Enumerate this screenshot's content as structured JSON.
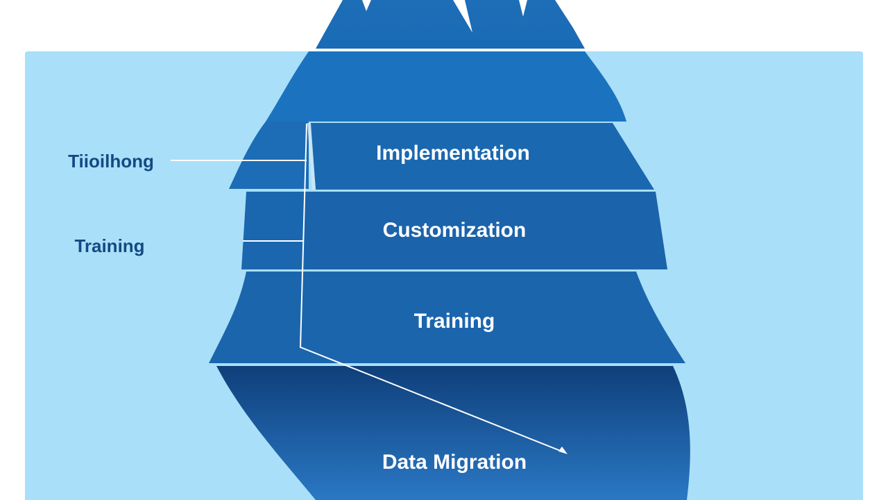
{
  "colors": {
    "water": "#a9dff8",
    "iceberg_top": "#1c75c0",
    "layer_mid": "#1a69b2",
    "layer_deep": "#1b64ad",
    "base_gradient_top": "#0f3f7a",
    "base_gradient_bottom": "#2a78c4",
    "layer_text": "#ffffff",
    "side_text": "#134a83",
    "connector": "#ffffff"
  },
  "layers": [
    {
      "label": "Implementation"
    },
    {
      "label": "Customization"
    },
    {
      "label": "Training"
    },
    {
      "label": "Data Migration"
    }
  ],
  "side_labels": [
    {
      "label": "Tiioilhong"
    },
    {
      "label": "Training"
    }
  ]
}
